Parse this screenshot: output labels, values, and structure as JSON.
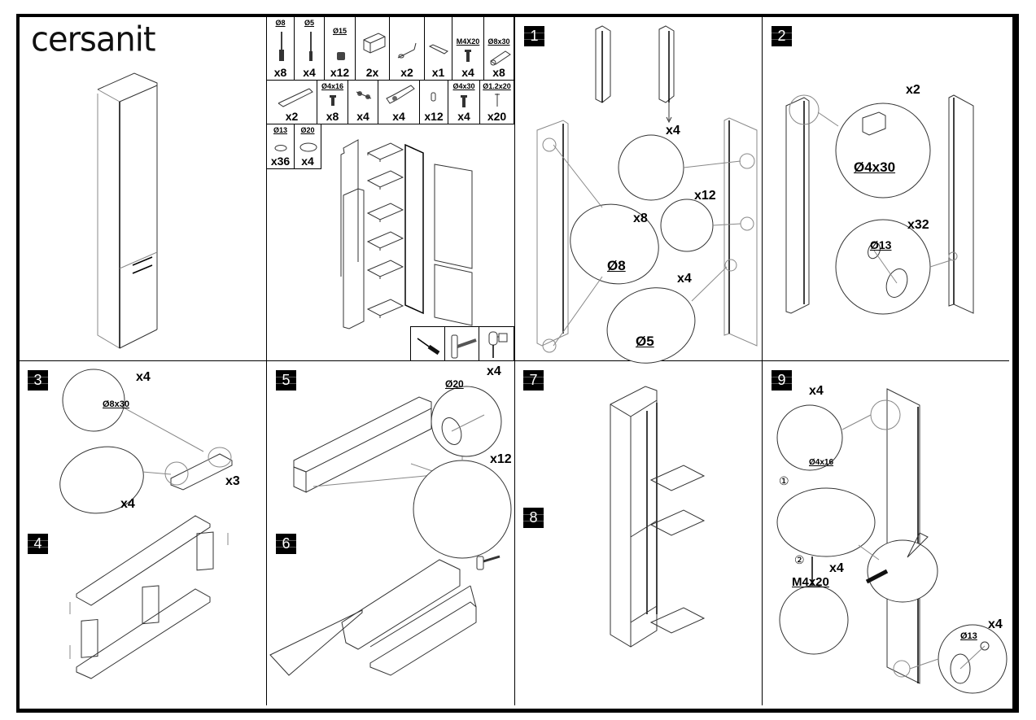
{
  "document": {
    "brand": "cersanit",
    "type": "furniture assembly instructions"
  },
  "parts": {
    "row1": [
      {
        "label": "Ø8",
        "qty": "x8",
        "icon": "dowel-connector-8"
      },
      {
        "label": "Ø5",
        "qty": "x4",
        "icon": "dowel-connector-5"
      },
      {
        "label": "Ø15",
        "qty": "x12",
        "icon": "cam-lock"
      },
      {
        "label": "",
        "qty": "2x",
        "icon": "hanging-bracket"
      },
      {
        "label": "",
        "qty": "x2",
        "icon": "hanging-screw"
      },
      {
        "label": "",
        "qty": "x1",
        "icon": "mounting-plate"
      },
      {
        "label": "M4X20",
        "qty": "x4",
        "icon": "machine-screw"
      },
      {
        "label": "Ø8x30",
        "qty": "x8",
        "icon": "wooden-dowel"
      }
    ],
    "row2": [
      {
        "label": "",
        "qty": "x2",
        "icon": "handle"
      },
      {
        "label": "Ø4x16",
        "qty": "x8",
        "icon": "wood-screw"
      },
      {
        "label": "",
        "qty": "x4",
        "icon": "hinge-plate"
      },
      {
        "label": "",
        "qty": "x4",
        "icon": "hinge"
      },
      {
        "label": "",
        "qty": "x12",
        "icon": "shelf-pin"
      },
      {
        "label": "Ø4x30",
        "qty": "x4",
        "icon": "wood-screw-long"
      },
      {
        "label": "Ø1.2x20",
        "qty": "x20",
        "icon": "nail"
      }
    ],
    "row3": [
      {
        "label": "Ø13",
        "qty": "x36",
        "icon": "cover-cap-13"
      },
      {
        "label": "Ø20",
        "qty": "x4",
        "icon": "cover-cap-20"
      }
    ],
    "tools": [
      "screwdriver",
      "hammer",
      "drill"
    ]
  },
  "steps": [
    {
      "number": "1",
      "callouts": [
        {
          "qty": "x4"
        },
        {
          "qty": "x12"
        },
        {
          "qty": "x8",
          "dim": "Ø8"
        },
        {
          "qty": "x4",
          "dim": "Ø5"
        }
      ]
    },
    {
      "number": "2",
      "callouts": [
        {
          "qty": "x2",
          "dim": "Ø4x30"
        },
        {
          "qty": "x32",
          "dim": "Ø13"
        }
      ]
    },
    {
      "number": "3",
      "callouts": [
        {
          "qty": "x4",
          "dim": "Ø8x30"
        },
        {
          "qty": "x4"
        },
        {
          "qty": "x3"
        }
      ]
    },
    {
      "number": "4",
      "callouts": []
    },
    {
      "number": "5",
      "callouts": [
        {
          "qty": "x4",
          "dim": "Ø20"
        },
        {
          "qty": "x12"
        }
      ]
    },
    {
      "number": "6",
      "callouts": []
    },
    {
      "number": "7",
      "callouts": []
    },
    {
      "number": "8",
      "callouts": []
    },
    {
      "number": "9",
      "callouts": [
        {
          "qty": "x4",
          "dim": "Ø4x16"
        },
        {
          "sub": "①"
        },
        {
          "sub": "②",
          "qty": "x4",
          "dim": "M4x20"
        },
        {
          "qty": "x4",
          "dim": "Ø13"
        }
      ]
    }
  ]
}
